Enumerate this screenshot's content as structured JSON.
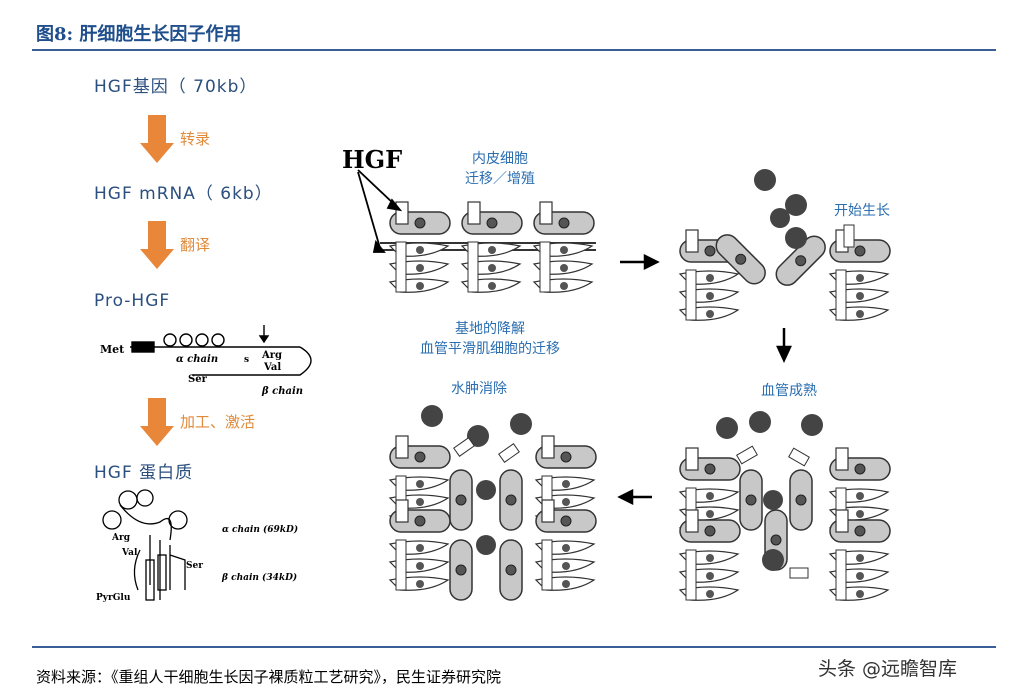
{
  "header": {
    "title": "图8: 肝细胞生长因子作用"
  },
  "left_flow": {
    "steps": [
      "HGF基因（ 70kb）",
      "HGF mRNA（ 6kb）",
      "Pro-HGF",
      "HGF 蛋白质"
    ],
    "arrows": [
      "转录",
      "翻译",
      "加工、激活"
    ],
    "pro_hgf_labels": {
      "met": "Met",
      "alpha_chain": "α chain",
      "arg": "Arg",
      "val": "Val",
      "ser": "Ser",
      "beta_chain": "β chain",
      "s": "s"
    },
    "protein_labels": {
      "alpha": "α chain (69kD)",
      "beta": "β chain (34kD)",
      "arg": "Arg",
      "val": "Val",
      "ser": "Ser",
      "pyrglu": "PyrGlu"
    }
  },
  "right_panels": {
    "hgf_label": "HGF",
    "p1_label": [
      "内皮细胞",
      "迁移／增殖"
    ],
    "p2_label": "开始生长",
    "p1_bottom": [
      "基地的降解",
      "血管平滑肌细胞的迁移"
    ],
    "p3_label": "血管成熟",
    "p4_label": "水肿消除"
  },
  "footer": {
    "source": "资料来源：《重组人干细胞生长因子裸质粒工艺研究》，民生证券研究院",
    "watermark": "头条 @远瞻智库"
  },
  "colors": {
    "title": "#1f4e8c",
    "step_text": "#2b4f7e",
    "arrow": "#e8873a",
    "panel_text": "#2a6db0",
    "cell": "#c8c8c8",
    "nucleus": "#555555"
  }
}
